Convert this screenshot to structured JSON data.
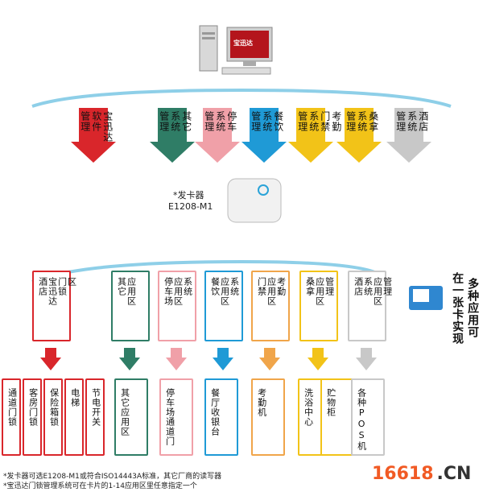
{
  "colors": {
    "red": "#d9262b",
    "green": "#2f7d66",
    "pink": "#f0a0a8",
    "blue": "#1f9ad6",
    "yellow": "#f2c318",
    "orange": "#f0a54a",
    "gray": "#c8c8c8",
    "bracket": "#8ecfe8"
  },
  "computer": {
    "icon": "desktop-computer-icon",
    "logo": "宝迅达"
  },
  "top_arrows": [
    {
      "id": "baoxunda",
      "cols": [
        "管理",
        "软件",
        "宝迅达"
      ],
      "color": "red"
    },
    {
      "id": "other",
      "cols": [
        "管理",
        "系统",
        "其它"
      ],
      "color": "green"
    },
    {
      "id": "parking",
      "cols": [
        "管理",
        "系统",
        "停车"
      ],
      "color": "pink"
    },
    {
      "id": "dining",
      "cols": [
        "管理",
        "系统",
        "餐饮"
      ],
      "color": "blue"
    },
    {
      "id": "access",
      "cols": [
        "管理",
        "系统",
        "门禁",
        "考勤"
      ],
      "color": "yellow"
    },
    {
      "id": "sauna",
      "cols": [
        "管理",
        "系统",
        "桑拿"
      ],
      "color": "yellow"
    },
    {
      "id": "hotel",
      "cols": [
        "管理",
        "系统",
        "酒店"
      ],
      "color": "gray"
    }
  ],
  "reader": {
    "label_line1": "*发卡器",
    "label_line2": "E1208-M1"
  },
  "zones": [
    {
      "id": "hotel-lock",
      "cols": [
        "酒店",
        "宝迅达",
        "门锁",
        "区"
      ],
      "color": "red"
    },
    {
      "id": "other",
      "cols": [
        "其它",
        "应用区"
      ],
      "color": "green"
    },
    {
      "id": "parking",
      "cols": [
        "停车场",
        "应用区",
        "系统"
      ],
      "color": "pink"
    },
    {
      "id": "dining",
      "cols": [
        "餐饮",
        "应用区",
        "系统"
      ],
      "color": "blue"
    },
    {
      "id": "access",
      "cols": [
        "门禁",
        "应用区",
        "考勤"
      ],
      "color": "orange"
    },
    {
      "id": "sauna",
      "cols": [
        "桑拿",
        "应用区",
        "管理"
      ],
      "color": "yellow"
    },
    {
      "id": "hotel",
      "cols": [
        "酒店",
        "系统",
        "应用区",
        "管理"
      ],
      "color": "gray"
    }
  ],
  "devices": [
    {
      "id": "channel-lock",
      "text": "通道门锁",
      "color": "red"
    },
    {
      "id": "room-lock",
      "text": "客房门锁",
      "color": "red"
    },
    {
      "id": "safe-lock",
      "text": "保险箱锁",
      "color": "red"
    },
    {
      "id": "elevator",
      "text": "电梯",
      "color": "red"
    },
    {
      "id": "power-switch",
      "text": "节电开关",
      "color": "red"
    },
    {
      "id": "other-zone",
      "text": "其它应用区",
      "color": "green"
    },
    {
      "id": "parking-gate",
      "text": "停车场通道门",
      "color": "pink"
    },
    {
      "id": "restaurant-pos",
      "text": "餐厅收银台",
      "color": "blue"
    },
    {
      "id": "attendance",
      "text": "考勤机",
      "color": "orange"
    },
    {
      "id": "bath-center",
      "text": "洗浴中心",
      "color": "yellow"
    },
    {
      "id": "locker",
      "text": "贮物柜",
      "color": "yellow"
    },
    {
      "id": "pos",
      "text": "各种POS机",
      "color": "gray"
    }
  ],
  "card": {
    "label_cols": [
      "在一张卡实现",
      "多种应用可"
    ]
  },
  "notes": {
    "line1": "*发卡器可选E1208-M1或符合ISO14443A标准，其它厂商的读写器",
    "line2": "*宝迅达门锁管理系统可在卡片的1-14应用区里任意指定一个"
  },
  "watermark": {
    "number": "16618",
    "suffix": ".CN"
  }
}
